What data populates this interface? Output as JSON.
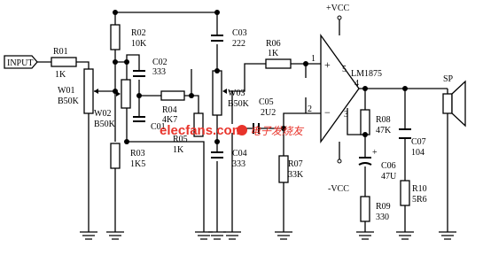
{
  "input": "INPUT",
  "components": {
    "r01": [
      "R01",
      "1K"
    ],
    "w01": [
      "W01",
      "B50K"
    ],
    "r02": [
      "R02",
      "10K"
    ],
    "c02": [
      "C02",
      "333"
    ],
    "w02": [
      "W02",
      "B50K"
    ],
    "r04": [
      "R04",
      "4K7"
    ],
    "c01": [
      "C01"
    ],
    "r03": [
      "R03",
      "1K5"
    ],
    "r05": [
      "R05",
      "1K"
    ],
    "c03": [
      "C03",
      "222"
    ],
    "w03": [
      "W03",
      "B50K"
    ],
    "c04": [
      "C04",
      "333"
    ],
    "r06": [
      "R06",
      "1K"
    ],
    "c05": [
      "C05",
      "2U2"
    ],
    "r07": [
      "R07",
      "33K"
    ],
    "ic": [
      "LM1875"
    ],
    "r08": [
      "R08",
      "47K"
    ],
    "c06": [
      "C06",
      "47U"
    ],
    "r09": [
      "R09",
      "330"
    ],
    "c07": [
      "C07",
      "104"
    ],
    "r10": [
      "R10",
      "5R6"
    ],
    "sp": [
      "SP"
    ]
  },
  "supply": {
    "pos": "+VCC",
    "neg": "-VCC"
  },
  "pins": {
    "p1": "1",
    "p2": "2",
    "p3": "3",
    "p4": "4",
    "p5": "5",
    "plus": "+",
    "minus": "−",
    "cap_plus": "+"
  },
  "watermark": {
    "site": "elecfans.com",
    "cn": "电子发烧友"
  }
}
